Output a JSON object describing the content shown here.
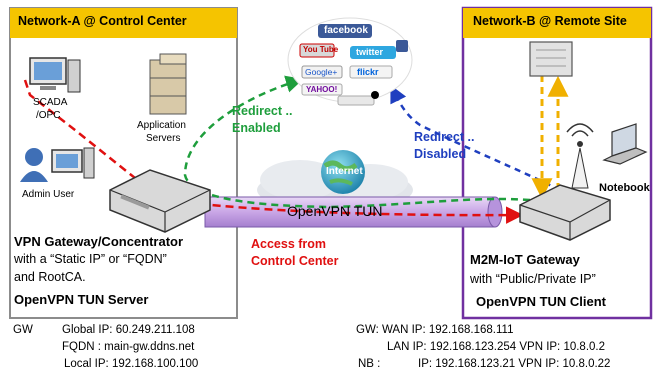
{
  "network_a": {
    "title": "Network-A @ Control Center",
    "scada": "SCADA",
    "opc": "/OPC",
    "admin": "Admin User",
    "app_servers_1": "Application",
    "app_servers_2": "Servers",
    "gateway_title": "VPN Gateway/Concentrator",
    "gateway_line2": "with a “Static IP” or “FQDN”",
    "gateway_line3": "and RootCA.",
    "gateway_role": "OpenVPN TUN Server"
  },
  "network_b": {
    "title": "Network-B @ Remote Site",
    "notebook": "Notebook",
    "gateway_title": "M2M-IoT Gateway",
    "gateway_line2": "with “Public/Private IP”",
    "gateway_role": "OpenVPN TUN Client"
  },
  "flows": {
    "redirect_enabled_1": "Redirect ..",
    "redirect_enabled_2": "Enabled",
    "redirect_disabled_1": "Redirect ..",
    "redirect_disabled_2": "Disabled",
    "access_1": "Access from",
    "access_2": "Control Center",
    "tunnel": "OpenVPN TUN",
    "internet": "Internet"
  },
  "social": {
    "facebook": "facebook",
    "youtube": "You Tube",
    "twitter": "twitter",
    "google": "Google+",
    "flickr": "flickr",
    "yahoo": "YAHOO!"
  },
  "info_a": {
    "gw": "GW",
    "global_ip": "Global IP: 60.249.211.108",
    "fqdn": "FQDN : main-gw.ddns.net",
    "local_ip": "Local IP: 192.168.100.100"
  },
  "info_b": {
    "gw_wan": "GW: WAN IP: 192.168.168.111",
    "lan": "LAN IP: 192.168.123.254  VPN IP: 10.8.0.2",
    "nb": "NB :",
    "nb_ip": "IP: 192.168.123.21   VPN IP: 10.8.0.22"
  },
  "colors": {
    "header_bg": "#f5c400",
    "box_a_border": "#888888",
    "box_b_border": "#7030a0",
    "green_flow": "#1e9e3c",
    "blue_flow": "#1f3fbf",
    "red_flow": "#e01010",
    "orange_flow": "#f0b000",
    "tunnel_fill": "#c9a6e6"
  }
}
